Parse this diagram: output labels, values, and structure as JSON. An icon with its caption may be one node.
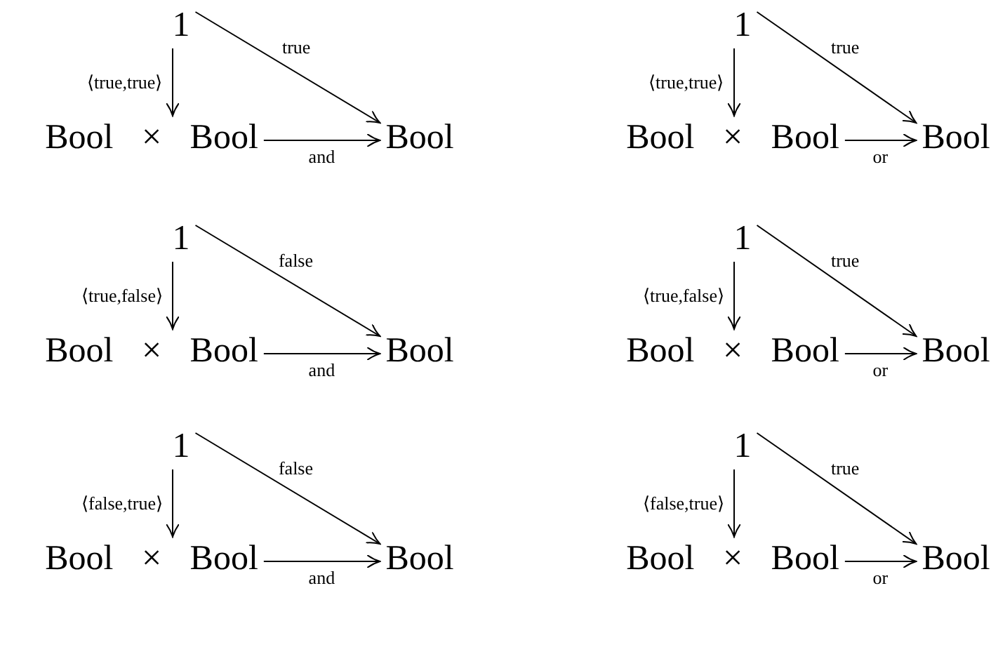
{
  "diagram": {
    "nodes": [
      {
        "text": [
          "1"
        ]
      },
      {
        "text": [
          "Bool × Bool"
        ]
      },
      {
        "text": [
          "Bool"
        ]
      },
      {
        "text": [
          "1"
        ]
      },
      {
        "text": [
          "Bool × Bool"
        ]
      },
      {
        "text": [
          "Bool"
        ]
      },
      {
        "text": [
          "1"
        ]
      },
      {
        "text": [
          "Bool × Bool"
        ]
      },
      {
        "text": [
          "Bool"
        ]
      },
      {
        "text": [
          "1"
        ]
      },
      {
        "text": [
          "Bool × Bool"
        ]
      },
      {
        "text": [
          "Bool"
        ]
      },
      {
        "text": [
          "1"
        ]
      },
      {
        "text": [
          "Bool × Bool"
        ]
      },
      {
        "text": [
          "Bool"
        ]
      },
      {
        "text": [
          "1"
        ]
      },
      {
        "text": [
          "Bool × Bool"
        ]
      },
      {
        "text": [
          "Bool"
        ]
      }
    ],
    "edges": [
      {
        "from": 0,
        "to": 1,
        "arrow": "to",
        "label": "⟨true,true⟩"
      },
      {
        "from": 0,
        "to": 2,
        "arrow": "to",
        "label": "true"
      },
      {
        "from": 1,
        "to": 2,
        "arrow": "to",
        "label": "and"
      },
      {
        "from": 3,
        "to": 4,
        "arrow": "to",
        "label": "⟨true,true⟩"
      },
      {
        "from": 3,
        "to": 5,
        "arrow": "to",
        "label": "true"
      },
      {
        "from": 4,
        "to": 5,
        "arrow": "to",
        "label": "or"
      },
      {
        "from": 6,
        "to": 7,
        "arrow": "to",
        "label": "⟨true,false⟩"
      },
      {
        "from": 6,
        "to": 8,
        "arrow": "to",
        "label": "false"
      },
      {
        "from": 7,
        "to": 8,
        "arrow": "to",
        "label": "and"
      },
      {
        "from": 9,
        "to": 10,
        "arrow": "to",
        "label": "⟨true,false⟩"
      },
      {
        "from": 9,
        "to": 11,
        "arrow": "to",
        "label": "true"
      },
      {
        "from": 10,
        "to": 11,
        "arrow": "to",
        "label": "or"
      },
      {
        "from": 12,
        "to": 13,
        "arrow": "to",
        "label": "⟨false,true⟩"
      },
      {
        "from": 12,
        "to": 14,
        "arrow": "to",
        "label": "false"
      },
      {
        "from": 13,
        "to": 14,
        "arrow": "to",
        "label": "and"
      },
      {
        "from": 15,
        "to": 16,
        "arrow": "to",
        "label": "⟨false,true⟩"
      },
      {
        "from": 15,
        "to": 17,
        "arrow": "to",
        "label": "true"
      },
      {
        "from": 16,
        "to": 17,
        "arrow": "to",
        "label": "or"
      }
    ]
  }
}
